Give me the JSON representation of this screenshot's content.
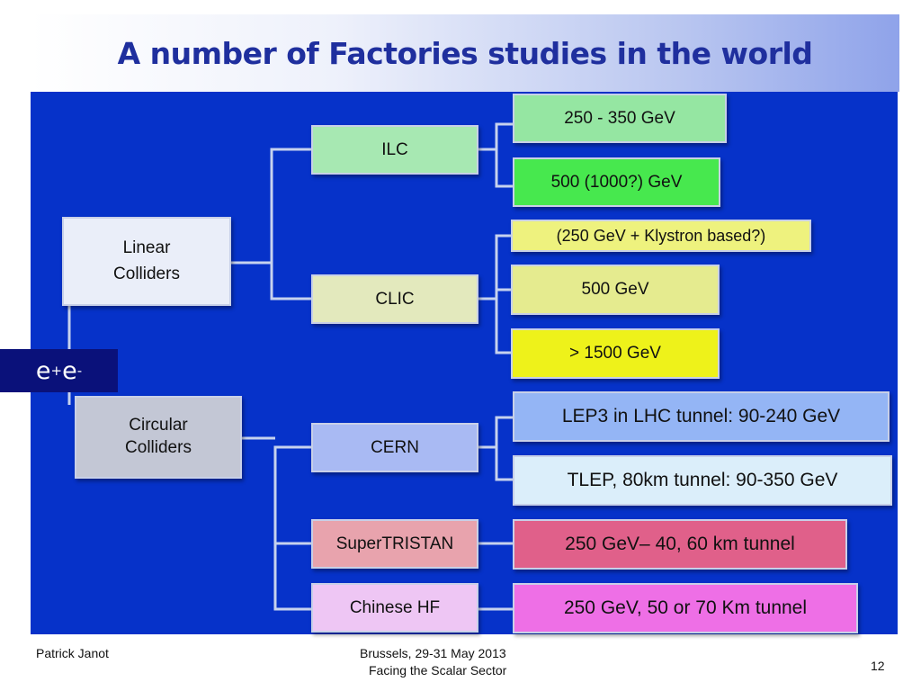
{
  "title": "A number of Factories studies in the world",
  "badge": {
    "label_e1": "e",
    "sup1": "+",
    "label_e2": " e",
    "sup2": "-"
  },
  "boxes": {
    "linear": {
      "line1": "Linear",
      "line2": "Colliders"
    },
    "circular": {
      "line1": "Circular",
      "line2": "Colliders"
    },
    "ilc": "ILC",
    "clic": "CLIC",
    "cern": "CERN",
    "supertristan": "SuperTRISTAN",
    "chinese": "Chinese HF",
    "ilc_250": "250 - 350 GeV",
    "ilc_500": "500 (1000?) GeV",
    "clic_250": "(250 GeV  + Klystron based?)",
    "clic_500": "500 GeV",
    "clic_1500": "> 1500 GeV",
    "lep3": "LEP3 in LHC tunnel: 90-240 GeV",
    "tlep": "TLEP, 80km  tunnel: 90-350 GeV",
    "tristan_detail": "250  GeV– 40, 60  km tunnel",
    "chinese_detail": "250 GeV, 50 or 70 Km tunnel"
  },
  "colors": {
    "panel": "#0632c9",
    "title": "#1f2f9e",
    "green_light": "#95e6a2",
    "green": "#47e84e",
    "khaki": "#e5eb8f",
    "yellow": "#eef21a",
    "blue_light": "#94b5f5",
    "blue_pale": "#dbeefa",
    "pink": "#e0608a",
    "magenta": "#ee6fe6"
  },
  "footer": {
    "author": "Patrick Janot",
    "venue_line1": "Brussels, 29-31 May 2013",
    "venue_line2": "Facing the Scalar Sector",
    "page": "12"
  }
}
